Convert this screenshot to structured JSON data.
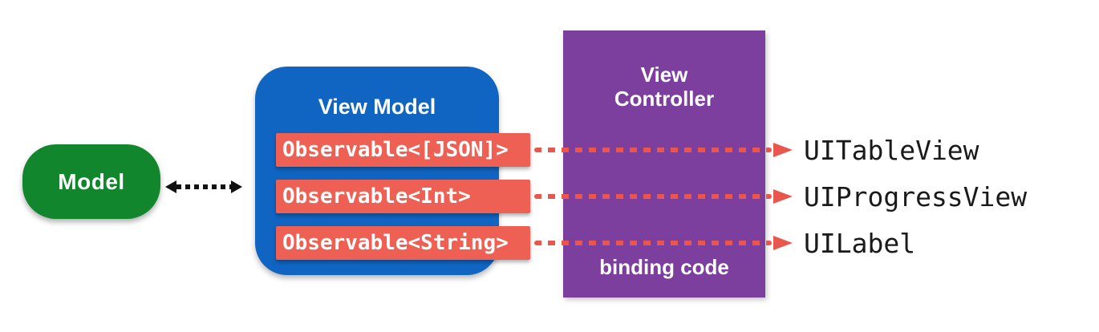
{
  "colors": {
    "background": "#ffffff",
    "model_green": "#12862d",
    "view_model_blue": "#1065c2",
    "observable_red": "#ee6054",
    "view_controller_purple": "#7c3f9e",
    "connector_red": "#e8564e",
    "arrow_black": "#111111",
    "label_black": "#1a1a1a"
  },
  "model": {
    "label": "Model"
  },
  "view_model": {
    "title": "View Model",
    "observables": [
      {
        "label": "Observable<[JSON]>"
      },
      {
        "label": "Observable<Int>"
      },
      {
        "label": "Observable<String>"
      }
    ]
  },
  "view_controller": {
    "title": "View Controller",
    "footer": "binding code"
  },
  "bindings": [
    {
      "target": "UITableView"
    },
    {
      "target": "UIProgressView"
    },
    {
      "target": "UILabel"
    }
  ]
}
